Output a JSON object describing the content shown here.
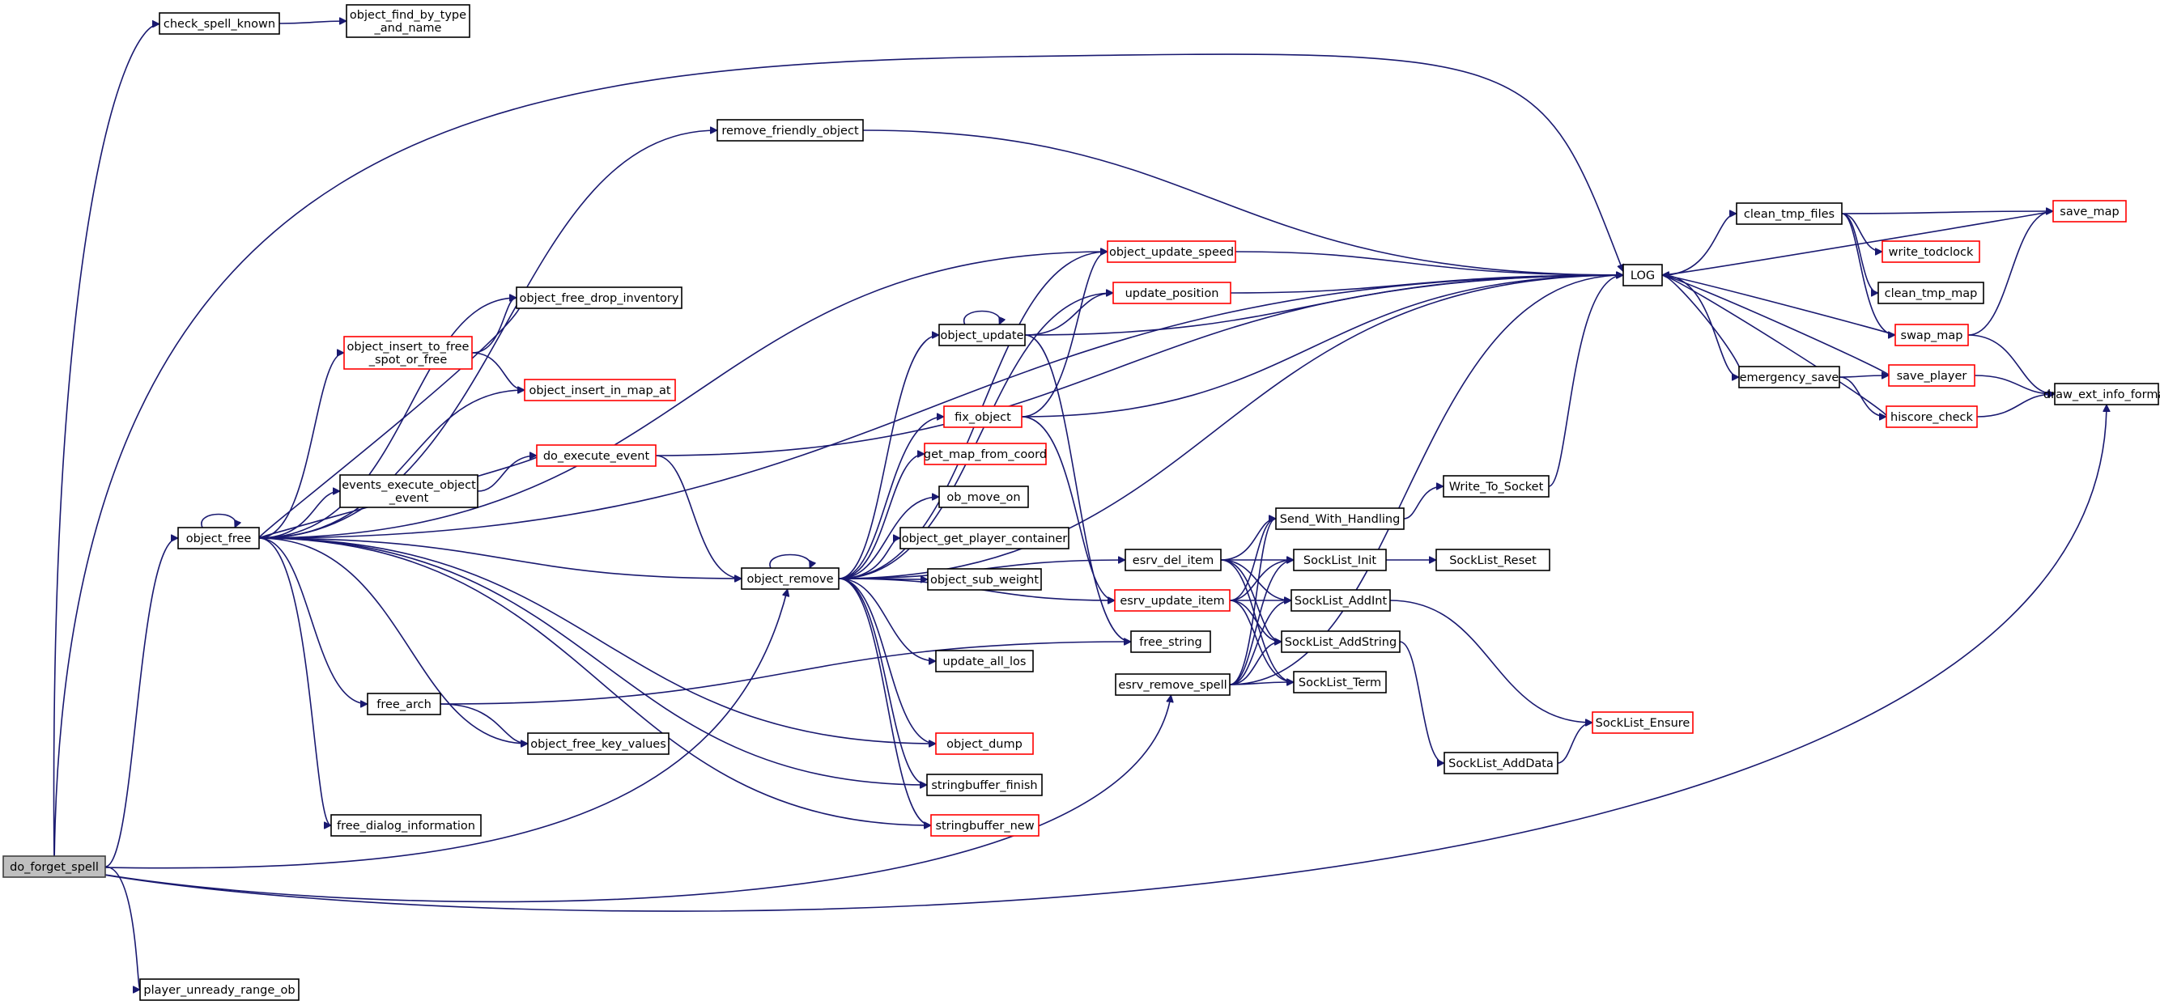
{
  "diagram": {
    "type": "call-graph",
    "colors": {
      "edge": "#191970",
      "node_border": "#000000",
      "node_border_incomplete": "#ff0000",
      "root_fill": "#bfbfbf",
      "node_fill": "#ffffff"
    },
    "nodes": [
      {
        "id": "do_forget_spell",
        "lines": [
          "do_forget_spell"
        ],
        "style": "root"
      },
      {
        "id": "check_spell_known",
        "lines": [
          "check_spell_known"
        ],
        "style": "normal"
      },
      {
        "id": "object_find_by_type_and_name",
        "lines": [
          "object_find_by_type",
          "_and_name"
        ],
        "style": "normal"
      },
      {
        "id": "LOG",
        "lines": [
          "LOG"
        ],
        "style": "normal"
      },
      {
        "id": "object_free",
        "lines": [
          "object_free"
        ],
        "style": "normal"
      },
      {
        "id": "object_remove",
        "lines": [
          "object_remove"
        ],
        "style": "normal"
      },
      {
        "id": "esrv_remove_spell",
        "lines": [
          "esrv_remove_spell"
        ],
        "style": "normal"
      },
      {
        "id": "draw_ext_info_format",
        "lines": [
          "draw_ext_info_format"
        ],
        "style": "normal"
      },
      {
        "id": "player_unready_range_ob",
        "lines": [
          "player_unready_range_ob"
        ],
        "style": "normal"
      },
      {
        "id": "remove_friendly_object",
        "lines": [
          "remove_friendly_object"
        ],
        "style": "normal"
      },
      {
        "id": "object_update_speed",
        "lines": [
          "object_update_speed"
        ],
        "style": "red"
      },
      {
        "id": "object_free_drop_inventory",
        "lines": [
          "object_free_drop_inventory"
        ],
        "style": "normal"
      },
      {
        "id": "object_insert_to_free_spot_or_free",
        "lines": [
          "object_insert_to_free",
          "_spot_or_free"
        ],
        "style": "red"
      },
      {
        "id": "object_insert_in_map_at",
        "lines": [
          "object_insert_in_map_at"
        ],
        "style": "red"
      },
      {
        "id": "do_execute_event",
        "lines": [
          "do_execute_event"
        ],
        "style": "red"
      },
      {
        "id": "events_execute_object_event",
        "lines": [
          "events_execute_object",
          "_event"
        ],
        "style": "normal"
      },
      {
        "id": "free_arch",
        "lines": [
          "free_arch"
        ],
        "style": "normal"
      },
      {
        "id": "object_free_key_values",
        "lines": [
          "object_free_key_values"
        ],
        "style": "normal"
      },
      {
        "id": "free_dialog_information",
        "lines": [
          "free_dialog_information"
        ],
        "style": "normal"
      },
      {
        "id": "stringbuffer_new",
        "lines": [
          "stringbuffer_new"
        ],
        "style": "red"
      },
      {
        "id": "stringbuffer_finish",
        "lines": [
          "stringbuffer_finish"
        ],
        "style": "normal"
      },
      {
        "id": "object_dump",
        "lines": [
          "object_dump"
        ],
        "style": "red"
      },
      {
        "id": "update_all_los",
        "lines": [
          "update_all_los"
        ],
        "style": "normal"
      },
      {
        "id": "object_sub_weight",
        "lines": [
          "object_sub_weight"
        ],
        "style": "normal"
      },
      {
        "id": "object_get_player_container",
        "lines": [
          "object_get_player_container"
        ],
        "style": "normal"
      },
      {
        "id": "ob_move_on",
        "lines": [
          "ob_move_on"
        ],
        "style": "normal"
      },
      {
        "id": "get_map_from_coord",
        "lines": [
          "get_map_from_coord"
        ],
        "style": "red"
      },
      {
        "id": "fix_object",
        "lines": [
          "fix_object"
        ],
        "style": "red"
      },
      {
        "id": "object_update",
        "lines": [
          "object_update"
        ],
        "style": "normal"
      },
      {
        "id": "update_position",
        "lines": [
          "update_position"
        ],
        "style": "red"
      },
      {
        "id": "esrv_del_item",
        "lines": [
          "esrv_del_item"
        ],
        "style": "normal"
      },
      {
        "id": "esrv_update_item",
        "lines": [
          "esrv_update_item"
        ],
        "style": "red"
      },
      {
        "id": "free_string",
        "lines": [
          "free_string"
        ],
        "style": "normal"
      },
      {
        "id": "Send_With_Handling",
        "lines": [
          "Send_With_Handling"
        ],
        "style": "normal"
      },
      {
        "id": "Write_To_Socket",
        "lines": [
          "Write_To_Socket"
        ],
        "style": "normal"
      },
      {
        "id": "SockList_Init",
        "lines": [
          "SockList_Init"
        ],
        "style": "normal"
      },
      {
        "id": "SockList_Reset",
        "lines": [
          "SockList_Reset"
        ],
        "style": "normal"
      },
      {
        "id": "SockList_AddInt",
        "lines": [
          "SockList_AddInt"
        ],
        "style": "normal"
      },
      {
        "id": "SockList_AddString",
        "lines": [
          "SockList_AddString"
        ],
        "style": "normal"
      },
      {
        "id": "SockList_Term",
        "lines": [
          "SockList_Term"
        ],
        "style": "normal"
      },
      {
        "id": "SockList_Ensure",
        "lines": [
          "SockList_Ensure"
        ],
        "style": "red"
      },
      {
        "id": "SockList_AddData",
        "lines": [
          "SockList_AddData"
        ],
        "style": "normal"
      },
      {
        "id": "clean_tmp_files",
        "lines": [
          "clean_tmp_files"
        ],
        "style": "normal"
      },
      {
        "id": "save_map",
        "lines": [
          "save_map"
        ],
        "style": "red"
      },
      {
        "id": "write_todclock",
        "lines": [
          "write_todclock"
        ],
        "style": "red"
      },
      {
        "id": "clean_tmp_map",
        "lines": [
          "clean_tmp_map"
        ],
        "style": "normal"
      },
      {
        "id": "swap_map",
        "lines": [
          "swap_map"
        ],
        "style": "red"
      },
      {
        "id": "emergency_save",
        "lines": [
          "emergency_save"
        ],
        "style": "normal"
      },
      {
        "id": "save_player",
        "lines": [
          "save_player"
        ],
        "style": "red"
      },
      {
        "id": "hiscore_check",
        "lines": [
          "hiscore_check"
        ],
        "style": "red"
      }
    ],
    "edges": [
      [
        "do_forget_spell",
        "check_spell_known"
      ],
      [
        "do_forget_spell",
        "LOG"
      ],
      [
        "do_forget_spell",
        "object_free"
      ],
      [
        "do_forget_spell",
        "object_remove"
      ],
      [
        "do_forget_spell",
        "esrv_remove_spell"
      ],
      [
        "do_forget_spell",
        "draw_ext_info_format"
      ],
      [
        "do_forget_spell",
        "player_unready_range_ob"
      ],
      [
        "check_spell_known",
        "object_find_by_type_and_name"
      ],
      [
        "object_free",
        "object_free"
      ],
      [
        "object_free",
        "remove_friendly_object"
      ],
      [
        "object_free",
        "object_update_speed"
      ],
      [
        "object_free",
        "object_free_drop_inventory"
      ],
      [
        "object_free",
        "object_insert_to_free_spot_or_free"
      ],
      [
        "object_free",
        "object_insert_in_map_at"
      ],
      [
        "object_free",
        "events_execute_object_event"
      ],
      [
        "object_free",
        "LOG"
      ],
      [
        "object_free",
        "object_remove"
      ],
      [
        "object_free",
        "object_dump"
      ],
      [
        "object_free",
        "stringbuffer_finish"
      ],
      [
        "object_free",
        "free_arch"
      ],
      [
        "object_free",
        "object_free_key_values"
      ],
      [
        "object_free",
        "stringbuffer_new"
      ],
      [
        "object_free",
        "free_dialog_information"
      ],
      [
        "object_free_drop_inventory",
        "object_free"
      ],
      [
        "object_insert_to_free_spot_or_free",
        "object_free_drop_inventory"
      ],
      [
        "object_insert_to_free_spot_or_free",
        "object_insert_in_map_at"
      ],
      [
        "do_execute_event",
        "object_free"
      ],
      [
        "do_execute_event",
        "LOG"
      ],
      [
        "do_execute_event",
        "object_remove"
      ],
      [
        "events_execute_object_event",
        "do_execute_event"
      ],
      [
        "free_arch",
        "object_free_key_values"
      ],
      [
        "free_arch",
        "free_string"
      ],
      [
        "remove_friendly_object",
        "LOG"
      ],
      [
        "object_remove",
        "object_remove"
      ],
      [
        "object_remove",
        "object_update_speed"
      ],
      [
        "object_remove",
        "update_position"
      ],
      [
        "object_remove",
        "object_update"
      ],
      [
        "object_remove",
        "LOG"
      ],
      [
        "object_remove",
        "fix_object"
      ],
      [
        "object_remove",
        "get_map_from_coord"
      ],
      [
        "object_remove",
        "ob_move_on"
      ],
      [
        "object_remove",
        "object_get_player_container"
      ],
      [
        "object_remove",
        "object_sub_weight"
      ],
      [
        "object_remove",
        "esrv_del_item"
      ],
      [
        "object_remove",
        "esrv_update_item"
      ],
      [
        "object_remove",
        "update_all_los"
      ],
      [
        "object_remove",
        "object_dump"
      ],
      [
        "object_remove",
        "stringbuffer_finish"
      ],
      [
        "object_remove",
        "stringbuffer_new"
      ],
      [
        "object_update",
        "object_update"
      ],
      [
        "object_update",
        "update_position"
      ],
      [
        "object_update",
        "LOG"
      ],
      [
        "object_update",
        "free_string"
      ],
      [
        "fix_object",
        "object_update_speed"
      ],
      [
        "fix_object",
        "LOG"
      ],
      [
        "fix_object",
        "esrv_update_item"
      ],
      [
        "object_update_speed",
        "LOG"
      ],
      [
        "update_position",
        "LOG"
      ],
      [
        "esrv_del_item",
        "Send_With_Handling"
      ],
      [
        "esrv_del_item",
        "SockList_Init"
      ],
      [
        "esrv_del_item",
        "SockList_AddInt"
      ],
      [
        "esrv_del_item",
        "SockList_AddString"
      ],
      [
        "esrv_del_item",
        "SockList_Term"
      ],
      [
        "esrv_update_item",
        "Send_With_Handling"
      ],
      [
        "esrv_update_item",
        "SockList_Init"
      ],
      [
        "esrv_update_item",
        "SockList_AddInt"
      ],
      [
        "esrv_update_item",
        "SockList_AddString"
      ],
      [
        "esrv_update_item",
        "SockList_Term"
      ],
      [
        "esrv_remove_spell",
        "Send_With_Handling"
      ],
      [
        "esrv_remove_spell",
        "SockList_Init"
      ],
      [
        "esrv_remove_spell",
        "SockList_AddInt"
      ],
      [
        "esrv_remove_spell",
        "SockList_AddString"
      ],
      [
        "esrv_remove_spell",
        "SockList_Term"
      ],
      [
        "esrv_remove_spell",
        "LOG"
      ],
      [
        "Send_With_Handling",
        "Write_To_Socket"
      ],
      [
        "Write_To_Socket",
        "LOG"
      ],
      [
        "SockList_Init",
        "SockList_Reset"
      ],
      [
        "SockList_AddInt",
        "SockList_Ensure"
      ],
      [
        "SockList_AddString",
        "SockList_AddData"
      ],
      [
        "SockList_AddData",
        "SockList_Ensure"
      ],
      [
        "LOG",
        "clean_tmp_files"
      ],
      [
        "LOG",
        "emergency_save"
      ],
      [
        "clean_tmp_files",
        "save_map"
      ],
      [
        "clean_tmp_files",
        "write_todclock"
      ],
      [
        "clean_tmp_files",
        "clean_tmp_map"
      ],
      [
        "clean_tmp_files",
        "swap_map"
      ],
      [
        "swap_map",
        "LOG"
      ],
      [
        "swap_map",
        "save_map"
      ],
      [
        "swap_map",
        "draw_ext_info_format"
      ],
      [
        "save_map",
        "LOG"
      ],
      [
        "emergency_save",
        "LOG"
      ],
      [
        "emergency_save",
        "save_player"
      ],
      [
        "emergency_save",
        "hiscore_check"
      ],
      [
        "save_player",
        "LOG"
      ],
      [
        "save_player",
        "draw_ext_info_format"
      ],
      [
        "hiscore_check",
        "LOG"
      ],
      [
        "hiscore_check",
        "draw_ext_info_format"
      ]
    ]
  }
}
